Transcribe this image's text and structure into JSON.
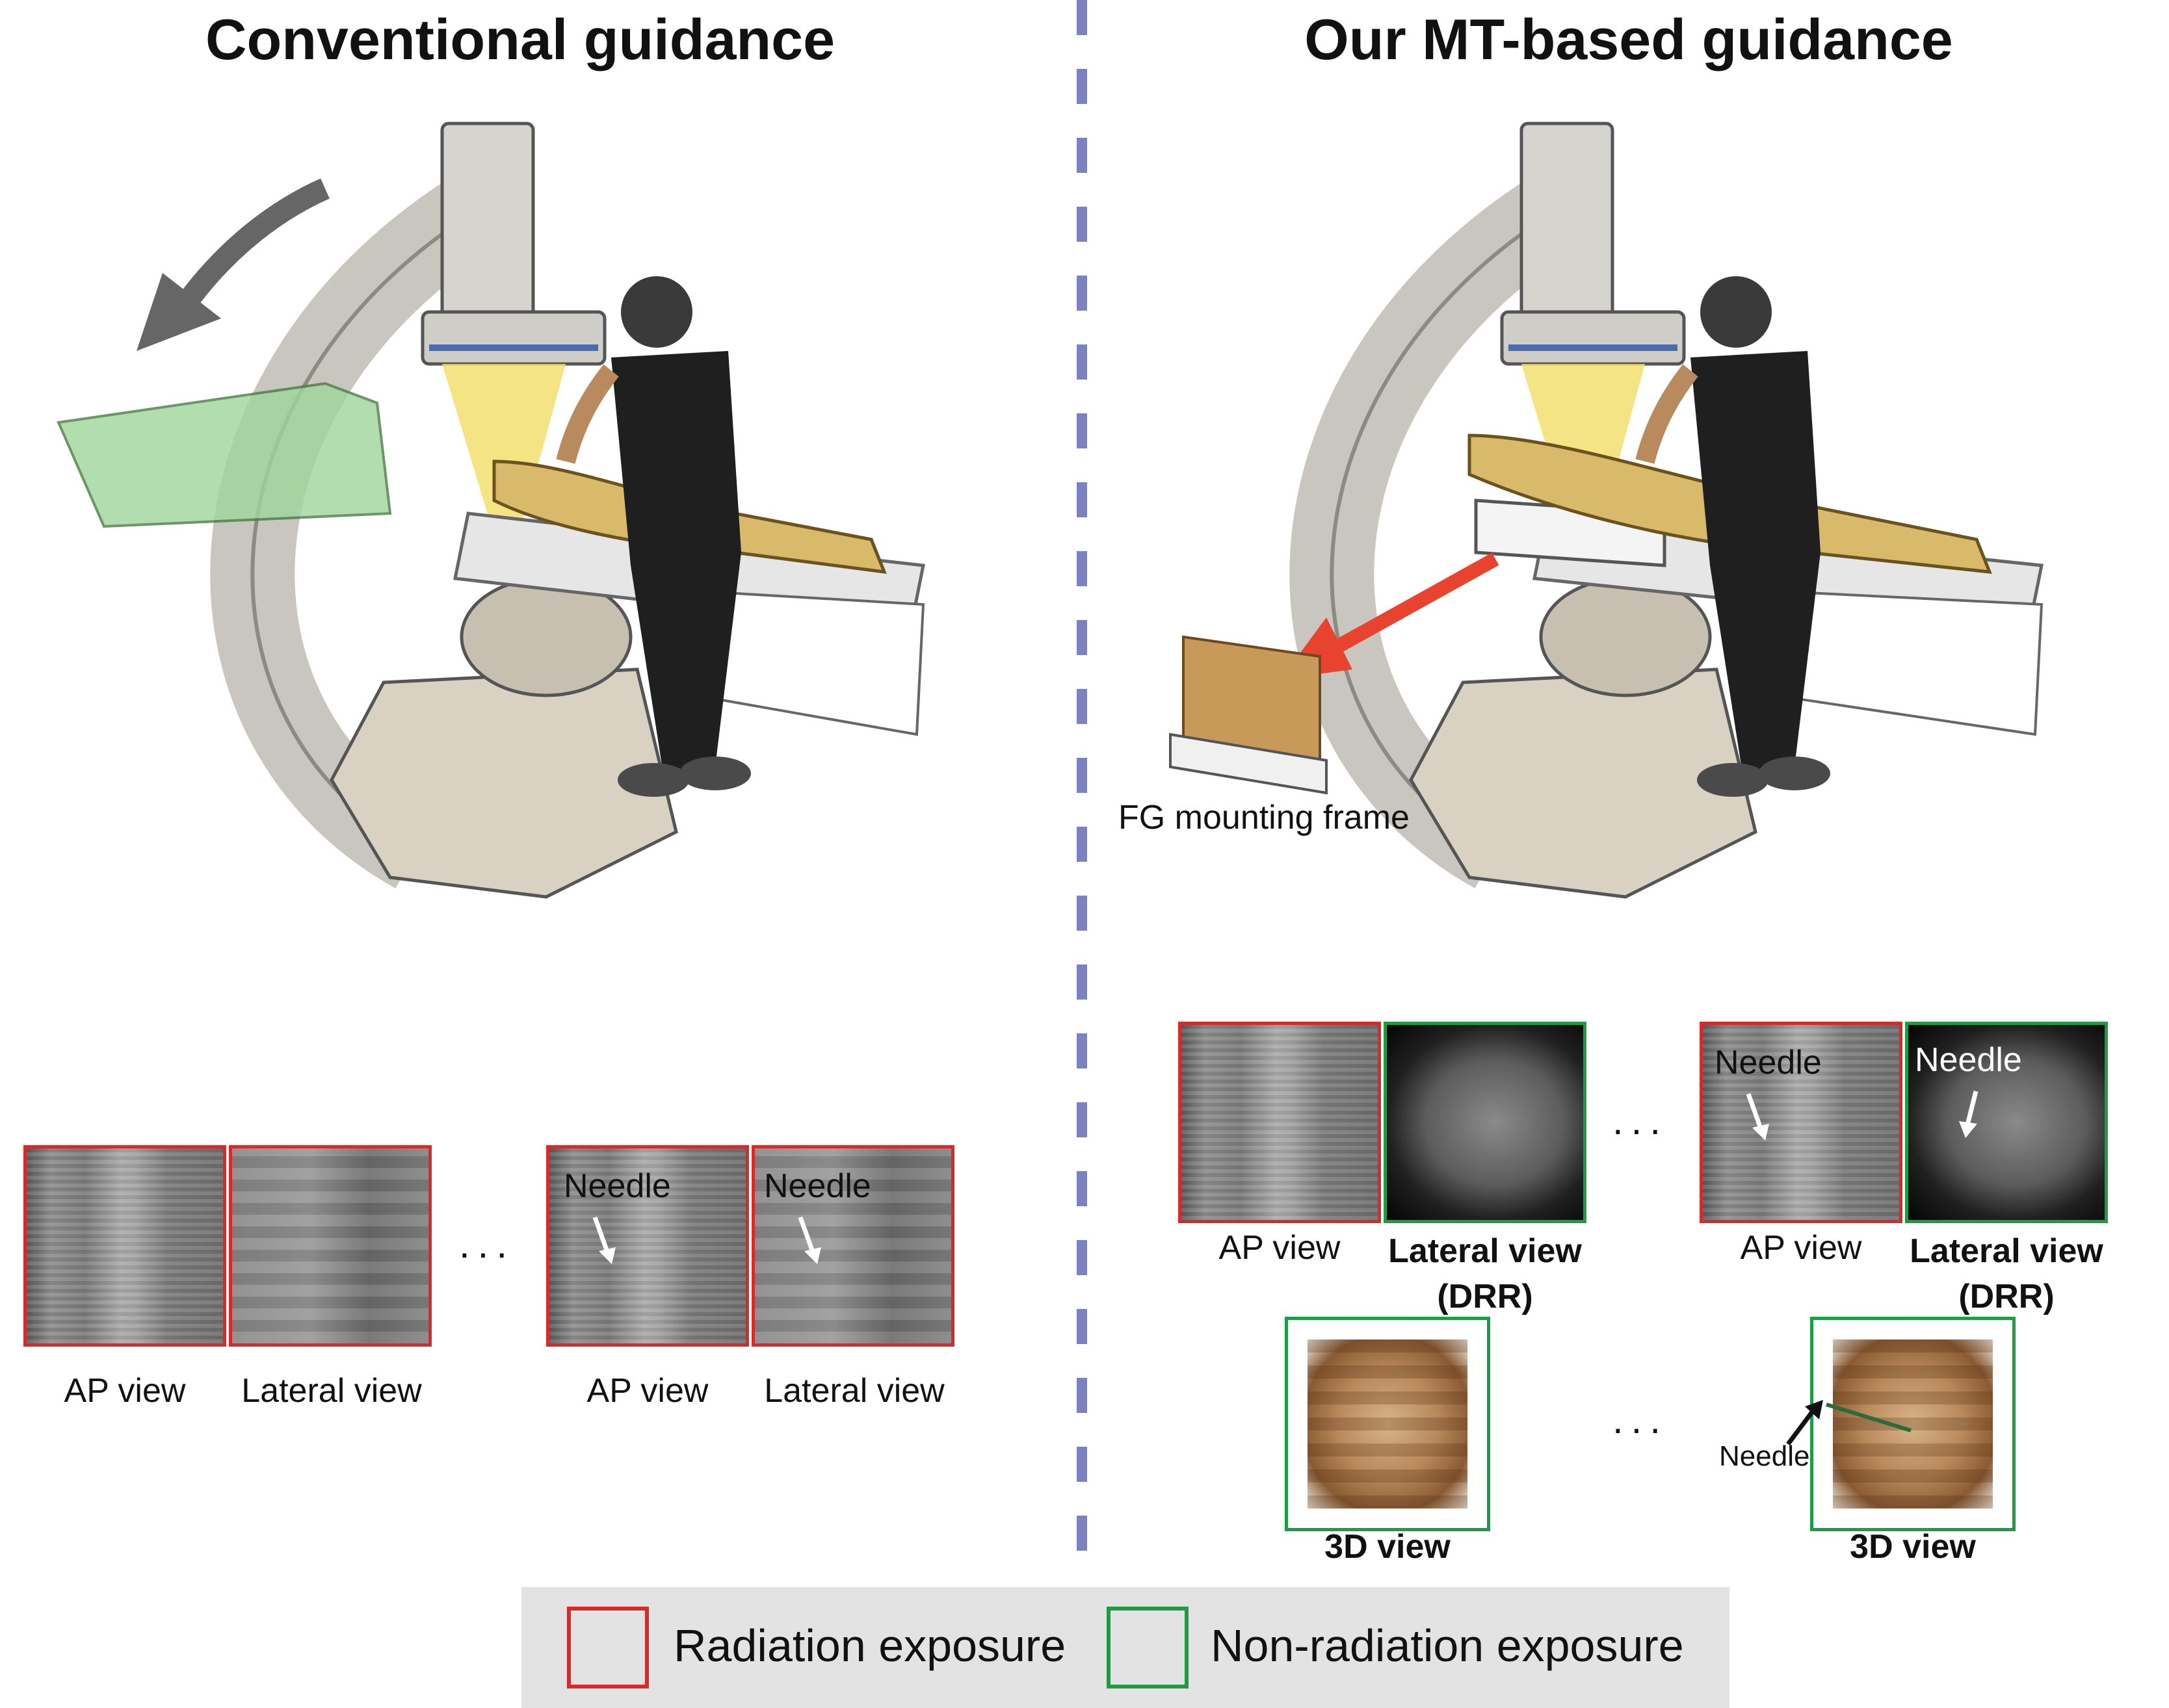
{
  "titles": {
    "left": "Conventional guidance",
    "right": "Our MT-based guidance"
  },
  "scene": {
    "frame_label": "FG mounting frame"
  },
  "left_panel": {
    "images": [
      {
        "label": "AP view",
        "type": "ap"
      },
      {
        "label": "Lateral view",
        "type": "lat"
      },
      {
        "label": "AP view",
        "type": "ap",
        "needle": "Needle"
      },
      {
        "label": "Lateral view",
        "type": "lat",
        "needle": "Needle"
      }
    ],
    "ellipsis": "..."
  },
  "right_panel": {
    "row1": [
      {
        "label": "AP view",
        "type": "ap"
      },
      {
        "label": "Lateral view (DRR)",
        "type": "drr"
      },
      {
        "label": "AP view",
        "type": "ap",
        "needle": "Needle"
      },
      {
        "label": "Lateral view (DRR)",
        "type": "drr",
        "needle": "Needle"
      }
    ],
    "row2": [
      {
        "label": "3D view",
        "type": "vol"
      },
      {
        "label": "3D view",
        "type": "vol",
        "needle": "Needle"
      }
    ],
    "ellipsis": "..."
  },
  "legend": {
    "radiation": "Radiation exposure",
    "non_radiation": "Non-radiation exposure",
    "colors": {
      "radiation": "#d62b2b",
      "non_radiation": "#1f9a45"
    }
  }
}
